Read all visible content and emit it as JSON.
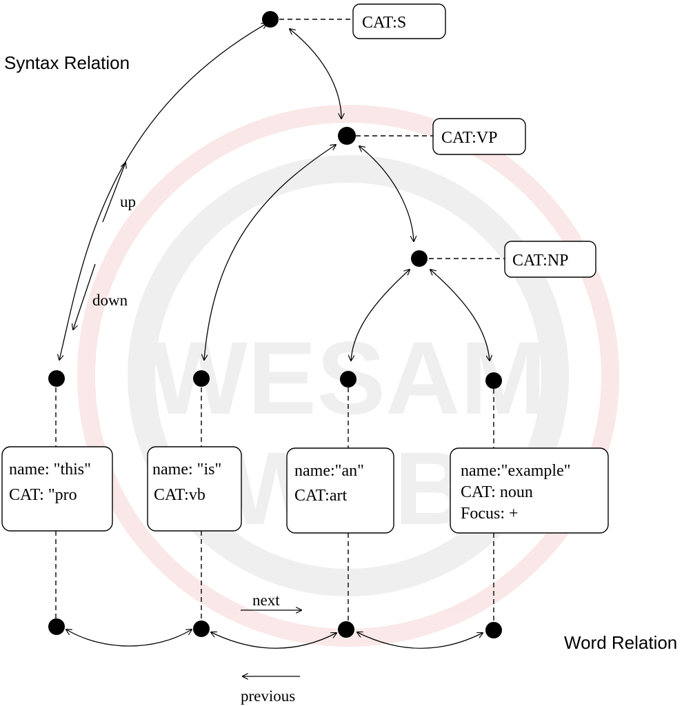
{
  "headings": {
    "syntax_relation": "Syntax Relation",
    "word_relation": "Word Relation"
  },
  "arrow_labels": {
    "up": "up",
    "down": "down",
    "next": "next",
    "previous": "previous"
  },
  "syntax_nodes": {
    "s": "CAT:S",
    "vp": "CAT:VP",
    "np": "CAT:NP"
  },
  "words": [
    {
      "lines": [
        "name: \"this\"",
        "CAT: \"pro"
      ]
    },
    {
      "lines": [
        "name: \"is\"",
        "CAT:vb"
      ]
    },
    {
      "lines": [
        "name:\"an\"",
        "CAT:art"
      ]
    },
    {
      "lines": [
        "name:\"example\"",
        "CAT: noun",
        "Focus: +"
      ]
    }
  ],
  "watermark": {
    "text_line1": "WESAM",
    "text_line2": "WEB",
    "color": "#d9534f"
  }
}
